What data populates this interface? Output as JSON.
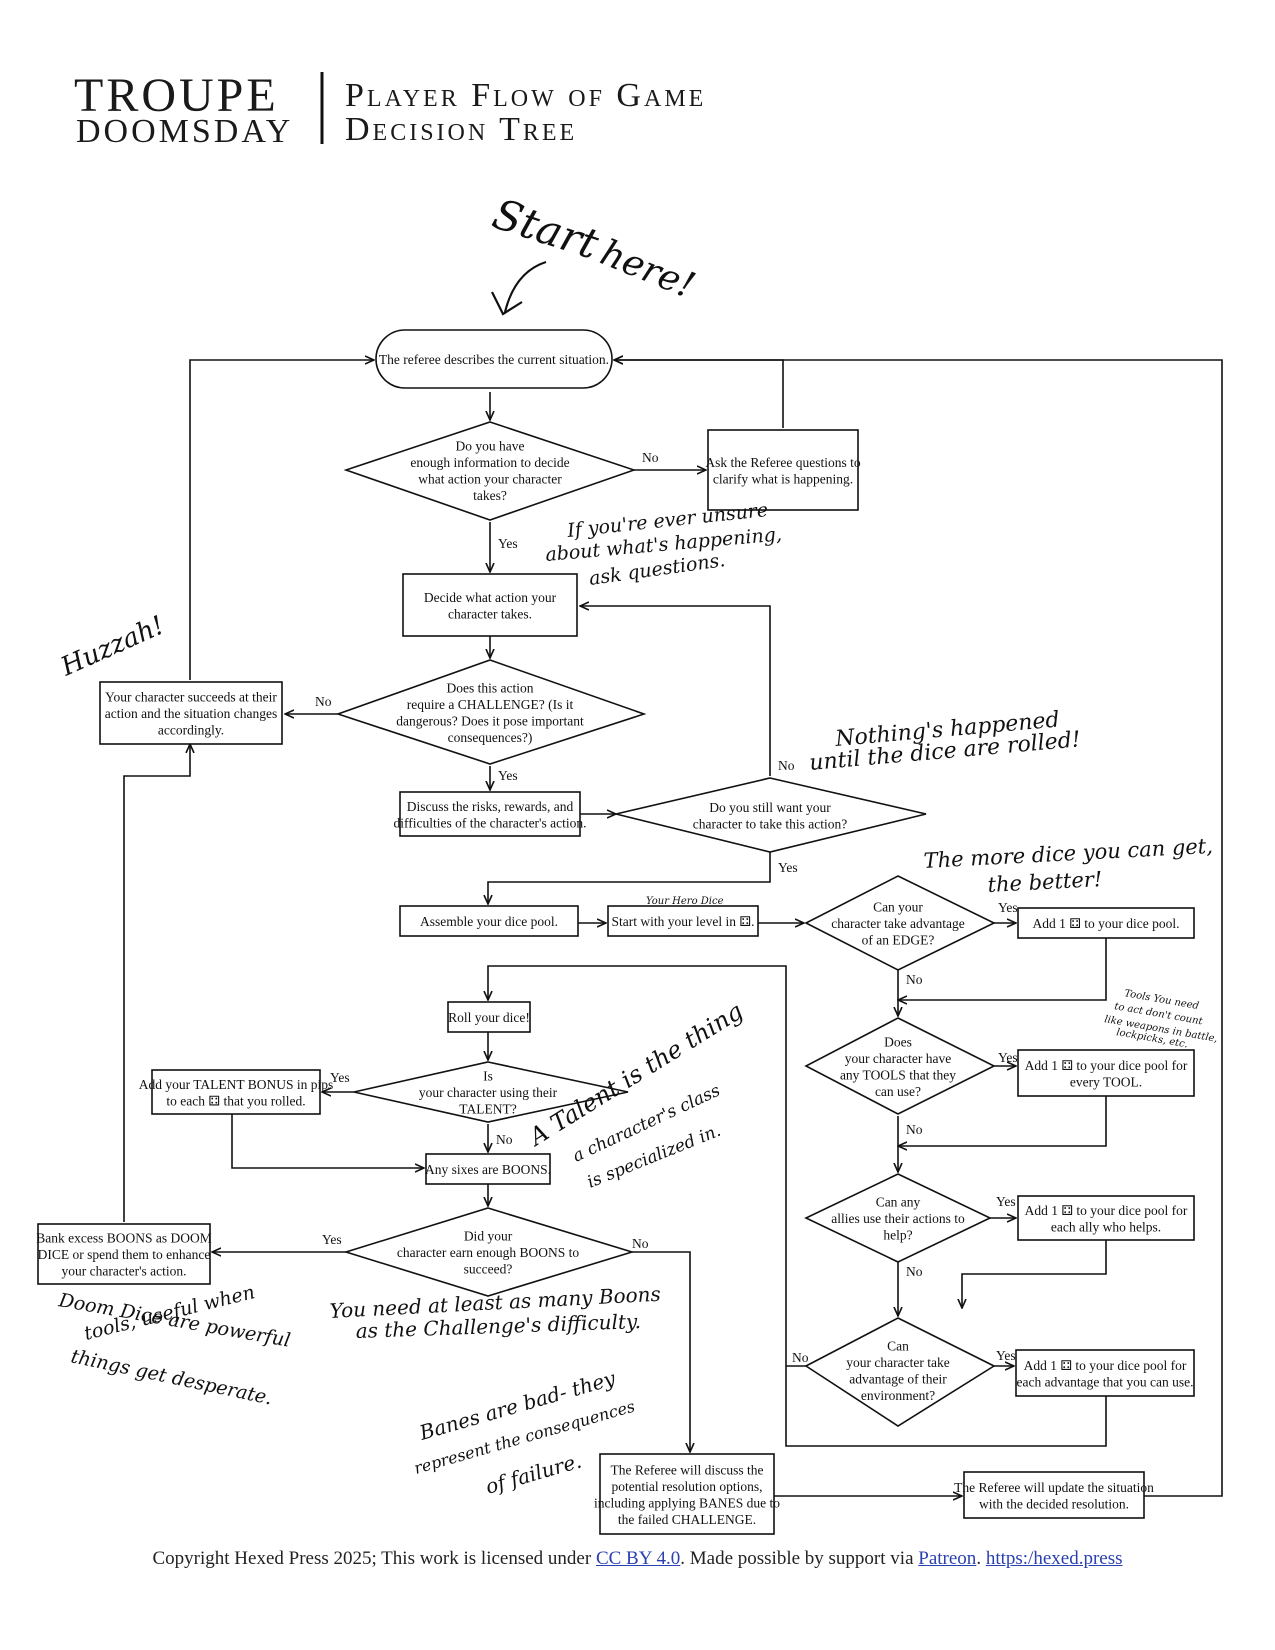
{
  "header": {
    "brand_line1": "TROUPE",
    "brand_line2": "DOOMSDAY",
    "subtitle_line1": "Player Flow of Game",
    "subtitle_line2": "Decision Tree"
  },
  "nodes": {
    "n1": [
      "The referee describes the current situation."
    ],
    "n2": [
      "Do you have",
      "enough information to decide",
      "what action your character",
      "takes?"
    ],
    "n3": [
      "Ask the Referee questions to",
      "clarify what is happening."
    ],
    "n4": [
      "Decide what action your",
      "character takes."
    ],
    "n5": [
      "Does this action",
      "require a CHALLENGE? (Is it",
      "dangerous? Does it pose important",
      "consequences?)"
    ],
    "n6": [
      "Your character succeeds at their",
      "action and the situation changes",
      "accordingly."
    ],
    "n7": [
      "Discuss the risks, rewards, and",
      "difficulties of the character's action."
    ],
    "n8": [
      "Do you still want your",
      "character to take this action?"
    ],
    "n9": [
      "Assemble your dice pool."
    ],
    "n10": [
      "Start with your level in ⚃."
    ],
    "n11": [
      "Can your",
      "character take advantage",
      "of an EDGE?"
    ],
    "n12": [
      "Add 1 ⚃ to your dice pool."
    ],
    "n13": [
      "Does",
      "your character have",
      "any TOOLS that they",
      "can use?"
    ],
    "n14": [
      "Add 1 ⚃ to your dice pool for",
      "every TOOL."
    ],
    "n15": [
      "Can any",
      "allies use their actions to",
      "help?"
    ],
    "n16": [
      "Add 1 ⚃ to your dice pool for",
      "each ally who helps."
    ],
    "n17": [
      "Can",
      "your character take",
      "advantage of their",
      "environment?"
    ],
    "n18": [
      "Add 1 ⚃ to your dice pool for",
      "each advantage that you can use."
    ],
    "n19": [
      "Roll your dice!"
    ],
    "n20": [
      "Is",
      "your character using their",
      "TALENT?"
    ],
    "n21": [
      "Add your TALENT BONUS in pips",
      "to each ⚃ that you rolled."
    ],
    "n22": [
      "Any sixes are BOONS."
    ],
    "n23": [
      "Did your",
      "character earn enough BOONS to",
      "succeed?"
    ],
    "n24": [
      "Bank excess BOONS as DOOM",
      "DICE or spend them to enhance",
      "your character's action."
    ],
    "n25": [
      "The Referee will discuss the",
      "potential resolution options,",
      "including applying BANES due to",
      "the failed CHALLENGE."
    ],
    "n26": [
      "The Referee will update the situation",
      "with the decided resolution."
    ]
  },
  "edge_labels": {
    "no": "No",
    "yes": "Yes"
  },
  "notes": {
    "start": [
      "Start",
      "here!"
    ],
    "unsure": [
      "If you're ever unsure",
      "about what's happening,",
      "ask questions."
    ],
    "huzzah": [
      "Huzzah!"
    ],
    "nothing": [
      "Nothing's happened",
      "until the dice are rolled!"
    ],
    "more_dice": [
      "The more dice you can get,",
      "the better!"
    ],
    "your_hero": [
      "Your Hero Dice"
    ],
    "tools": [
      "Tools You need",
      "to act don't count",
      "like weapons in battle,",
      "lockpicks, etc."
    ],
    "talent": [
      "A Talent is the thing",
      "a character's class",
      "is specialized in."
    ],
    "boons": [
      "You need at least as many Boons",
      "as the Challenge's difficulty."
    ],
    "doom": [
      "Doom Dice are powerful",
      "tools, useful when",
      "things get desperate."
    ],
    "banes": [
      "Banes are bad- they",
      "represent the consequences",
      "of failure."
    ]
  },
  "footer": {
    "prefix": "Copyright Hexed Press 2025; This work is licensed under ",
    "license": "CC BY 4.0",
    "middle": ". Made possible by support via ",
    "patreon": "Patreon",
    "sep": ". ",
    "url": "https:/hexed.press"
  }
}
